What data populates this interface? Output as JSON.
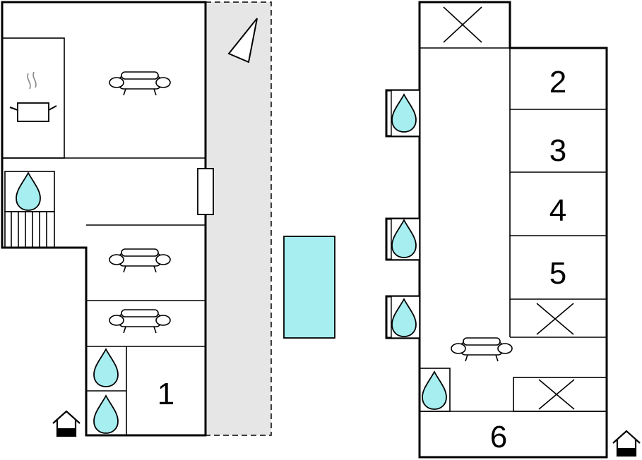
{
  "plan": {
    "room_labels": {
      "room_1": "1",
      "room_2": "2",
      "room_3": "3",
      "room_4": "4",
      "room_5": "5",
      "room_6": "6"
    },
    "colors": {
      "terrace_fill": "#e6e6e6",
      "pool_fill": "#a6eef0",
      "water_drop_fill": "#a6eef0",
      "wall": "#000000",
      "background": "#ffffff"
    },
    "icons": [
      "sofa-icon",
      "water-drop-icon",
      "cooking-pot-icon",
      "house-entrance-icon",
      "cross-icon",
      "north-arrow-icon",
      "stairs-icon"
    ]
  }
}
